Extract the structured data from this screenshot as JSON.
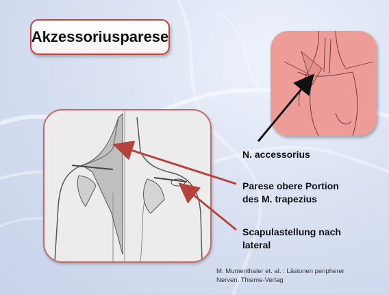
{
  "slide": {
    "title": "Akzessoriusparese",
    "labels": {
      "nerve": "N. accessorius",
      "paresis_line1": "Parese obere Portion",
      "paresis_line2": "des M. trapezius",
      "scapula_line1": "Scapulastellung nach",
      "scapula_line2": "lateral"
    },
    "credit_line1": "M. Mumenthaler et. al. : Läsionen peripherer",
    "credit_line2": "Nerven. Thieme-Verlag"
  },
  "colors": {
    "background": "#d9e1f2",
    "title_border": "#c3413a",
    "pink_panel": "#ee9c98",
    "arrow_red": "#b5423c",
    "arrow_black": "#111111"
  }
}
